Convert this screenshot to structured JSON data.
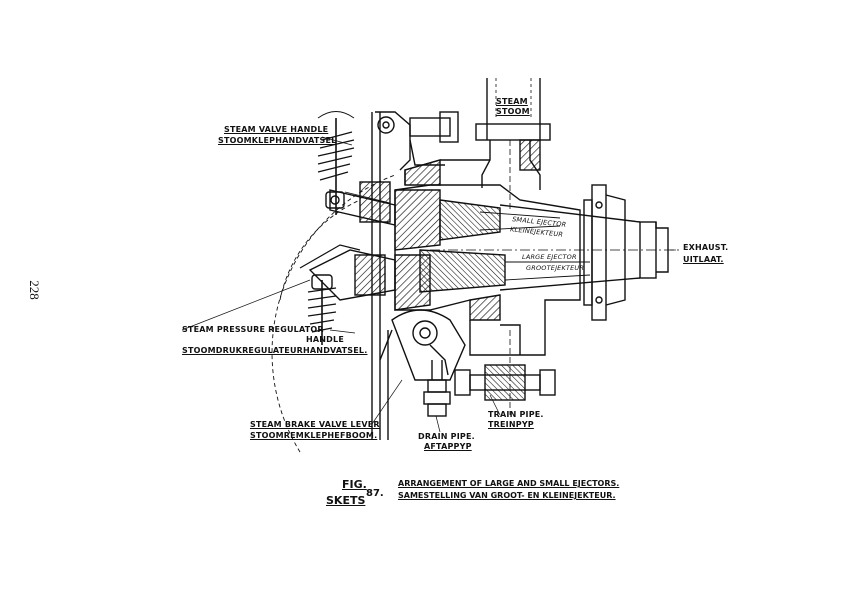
{
  "page_number": "228",
  "labels": {
    "steam": "STEAM",
    "stoom": "STOOM",
    "steam_valve_handle": "STEAM VALVE HANDLE",
    "stoomklephandvatsel": "STOOMKLEPHANDVATSEL",
    "small_ejector": "SMALL EJECTOR",
    "kleinejekteur": "KLEINEJEKTEUR",
    "large_ejector": "LARGE EJECTOR",
    "grootejekteur": "GROOTEJEKTEUR",
    "exhaust": "EXHAUST.",
    "uitlaat": "UITLAAT.",
    "steam_pressure_regulator": "STEAM PRESSURE REGULATOR",
    "handle": "HANDLE",
    "stoomdrukregulateurhandvatsel": "STOOMDRUKREGULATEURHANDVATSEL.",
    "steam_brake_valve_lever": "STEAM BRAKE VALVE LEVER",
    "stoomremklephefboom": "STOOMREMKLEPHEFBOOM.",
    "drain_pipe": "DRAIN PIPE.",
    "aftappyp": "AFTAPPYP",
    "train_pipe": "TRAIN PIPE.",
    "treinpyp": "TREINPYP"
  },
  "caption": {
    "fig": "FIG.",
    "skets": "SKETS",
    "number": "87.",
    "english": "ARRANGEMENT OF LARGE AND SMALL EJECTORS.",
    "afrikaans": "SAMESTELLING VAN GROOT- EN KLEINEJEKTEUR."
  },
  "colors": {
    "ink": "#111111",
    "paper": "#ffffff"
  }
}
